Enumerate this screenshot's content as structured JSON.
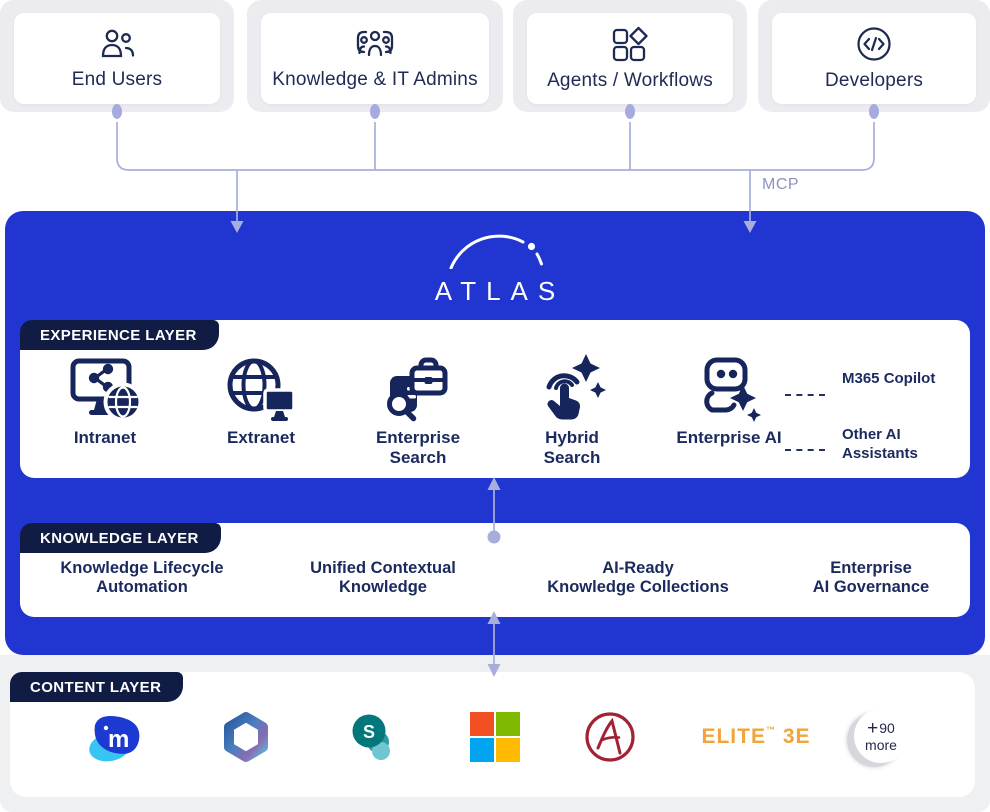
{
  "top_actors": {
    "items": [
      {
        "label": "End Users",
        "icon": "users-icon"
      },
      {
        "label": "Knowledge & IT Admins",
        "icon": "admins-icon"
      },
      {
        "label": "Agents / Workflows",
        "icon": "apps-icon"
      },
      {
        "label": "Developers",
        "icon": "code-icon"
      }
    ],
    "mcp_label": "MCP"
  },
  "atlas": {
    "brand": "ATLAS"
  },
  "experience_layer": {
    "title": "EXPERIENCE LAYER",
    "items": [
      {
        "label": "Intranet",
        "icon": "intranet-icon"
      },
      {
        "label": "Extranet",
        "icon": "extranet-icon"
      },
      {
        "label": "Enterprise Search",
        "icon": "enterprise-search-icon"
      },
      {
        "label": "Hybrid Search",
        "icon": "hybrid-search-icon"
      },
      {
        "label": "Enterprise AI",
        "icon": "enterprise-ai-icon"
      }
    ],
    "connected_assistants": [
      {
        "label": "M365 Copilot"
      },
      {
        "label": "Other AI Assistants"
      }
    ]
  },
  "knowledge_layer": {
    "title": "KNOWLEDGE LAYER",
    "items": [
      {
        "line1": "Knowledge Lifecycle",
        "line2": "Automation"
      },
      {
        "line1": "Unified Contextual",
        "line2": "Knowledge"
      },
      {
        "line1": "AI-Ready",
        "line2": "Knowledge Collections"
      },
      {
        "line1": "Enterprise",
        "line2": "AI Governance"
      }
    ]
  },
  "content_layer": {
    "title": "CONTENT LAYER",
    "logos": [
      {
        "name": "imanage"
      },
      {
        "name": "microsoft-365"
      },
      {
        "name": "sharepoint"
      },
      {
        "name": "microsoft"
      },
      {
        "name": "aderant"
      },
      {
        "name": "elite-3e",
        "text": "ELITE",
        "tm": "™",
        "suffix": "3E"
      },
      {
        "name": "more",
        "plus": "+",
        "count": "90",
        "label": "more"
      }
    ]
  },
  "colors": {
    "accent_blue": "#2136d1",
    "badge_navy": "#111c44",
    "icon_navy": "#16265c",
    "connector_purple": "#a8aedc",
    "elite_orange": "#f0a43b",
    "aderant_red": "#a32135",
    "sharepoint_teal": "#03787c",
    "ms_red": "#f25022",
    "ms_green": "#7fba00",
    "ms_blue": "#00a4ef",
    "ms_yellow": "#ffb900"
  }
}
